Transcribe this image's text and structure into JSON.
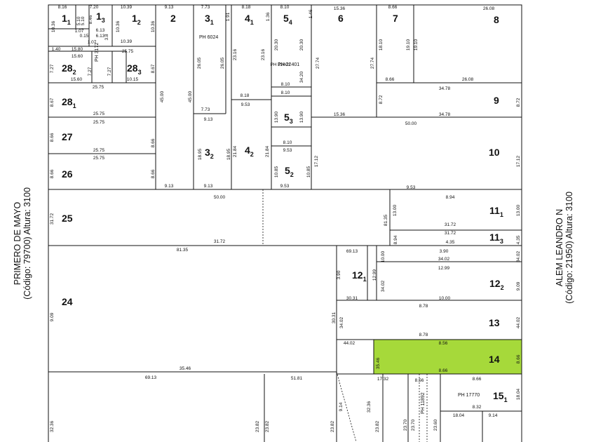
{
  "streets": {
    "left": {
      "name": "PRIMERO DE MAYO",
      "code": "(Código: 79700) Altura: 3100"
    },
    "right": {
      "name": "ALEM LEANDRO N",
      "code": "(Código: 21950) Altura: 3100"
    }
  },
  "highlight_color": "#a6d93a",
  "highlighted_parcel": "14",
  "parcels": [
    {
      "id": "1_1",
      "main": "1",
      "sub": "1"
    },
    {
      "id": "1_3",
      "main": "1",
      "sub": "3"
    },
    {
      "id": "1_2",
      "main": "1",
      "sub": "2"
    },
    {
      "id": "2",
      "main": "2",
      "sub": ""
    },
    {
      "id": "3_1",
      "main": "3",
      "sub": "1"
    },
    {
      "id": "4_1",
      "main": "4",
      "sub": "1"
    },
    {
      "id": "5_4",
      "main": "5",
      "sub": "4"
    },
    {
      "id": "6",
      "main": "6",
      "sub": ""
    },
    {
      "id": "7",
      "main": "7",
      "sub": ""
    },
    {
      "id": "8",
      "main": "8",
      "sub": ""
    },
    {
      "id": "28_2",
      "main": "28",
      "sub": "2"
    },
    {
      "id": "28_3",
      "main": "28",
      "sub": "3"
    },
    {
      "id": "28_1",
      "main": "28",
      "sub": "1"
    },
    {
      "id": "27",
      "main": "27",
      "sub": ""
    },
    {
      "id": "26",
      "main": "26",
      "sub": ""
    },
    {
      "id": "3_2",
      "main": "3",
      "sub": "2"
    },
    {
      "id": "4_2",
      "main": "4",
      "sub": "2"
    },
    {
      "id": "5_3",
      "main": "5",
      "sub": "3"
    },
    {
      "id": "5_2",
      "main": "5",
      "sub": "2"
    },
    {
      "id": "9",
      "main": "9",
      "sub": ""
    },
    {
      "id": "10",
      "main": "10",
      "sub": ""
    },
    {
      "id": "25",
      "main": "25",
      "sub": ""
    },
    {
      "id": "11_1",
      "main": "11",
      "sub": "1"
    },
    {
      "id": "11_3",
      "main": "11",
      "sub": "3"
    },
    {
      "id": "12_1",
      "main": "12",
      "sub": "1"
    },
    {
      "id": "12_2",
      "main": "12",
      "sub": "2"
    },
    {
      "id": "24",
      "main": "24",
      "sub": ""
    },
    {
      "id": "13",
      "main": "13",
      "sub": ""
    },
    {
      "id": "14",
      "main": "14",
      "sub": ""
    },
    {
      "id": "15_1",
      "main": "15",
      "sub": "1"
    }
  ],
  "ph_labels": [
    "PH 6024",
    "PH 22401",
    "PH 3172",
    "PH 17770",
    "PH 11892"
  ],
  "measurements": [
    "8.16",
    "7.20",
    "10.39",
    "9.13",
    "7.73",
    "8.18",
    "8.10",
    "15.36",
    "8.66",
    "26.08",
    "10.36",
    "5.10",
    "5.10",
    "8.46",
    "10.36",
    "10.36",
    "1.07",
    "6.13",
    "3.8",
    "0.15",
    "1.07",
    "6.13",
    "10.39",
    "1.91",
    "1.36",
    "1.46",
    "1.40",
    "15.80",
    "25.75",
    "15.60",
    "7.27",
    "7.27",
    "7.27",
    "8.67",
    "15.60",
    "10.15",
    "26.05",
    "26.05",
    "23.16",
    "23.16",
    "20.30",
    "20.30",
    "18.10",
    "19.10",
    "19.10",
    "27.74",
    "27.74",
    "PH 22401",
    "8.10",
    "8.10",
    "34.20",
    "8.66",
    "26.08",
    "25.75",
    "8.67",
    "45.00",
    "45.00",
    "8.18",
    "9.53",
    "34.78",
    "8.72",
    "8.72",
    "7.73",
    "9.13",
    "13.90",
    "13.90",
    "25.75",
    "15.36",
    "34.78",
    "50.00",
    "25.75",
    "8.66",
    "8.66",
    "18.95",
    "18.95",
    "21.84",
    "21.84",
    "8.10",
    "9.53",
    "17.12",
    "17.12",
    "25.75",
    "25.75",
    "8.66",
    "8.66",
    "10.85",
    "10.85",
    "9.13",
    "9.13",
    "9.53",
    "9.53",
    "50.00",
    "31.72",
    "81.35",
    "13.00",
    "13.00",
    "8.94",
    "8.94",
    "31.72",
    "4.35",
    "31.72",
    "4.35",
    "31.72",
    "81.35",
    "69.13",
    "10.00",
    "3.90",
    "34.02",
    "34.02",
    "3.90",
    "12.99",
    "12.99",
    "34.02",
    "9.09",
    "9.09",
    "30.31",
    "30.31",
    "10.00",
    "34.02",
    "8.78",
    "44.02",
    "8.78",
    "44.02",
    "8.56",
    "35.46",
    "8.66",
    "8.66",
    "35.46",
    "69.13",
    "51.81",
    "17.32",
    "8.56",
    "8.66",
    "18.04",
    "8.32",
    "18.04",
    "9.14",
    "9.14",
    "32.36",
    "32.36",
    "23.82",
    "23.82",
    "23.82",
    "23.82",
    "23.70",
    "23.70",
    "23.60",
    "23.60"
  ]
}
